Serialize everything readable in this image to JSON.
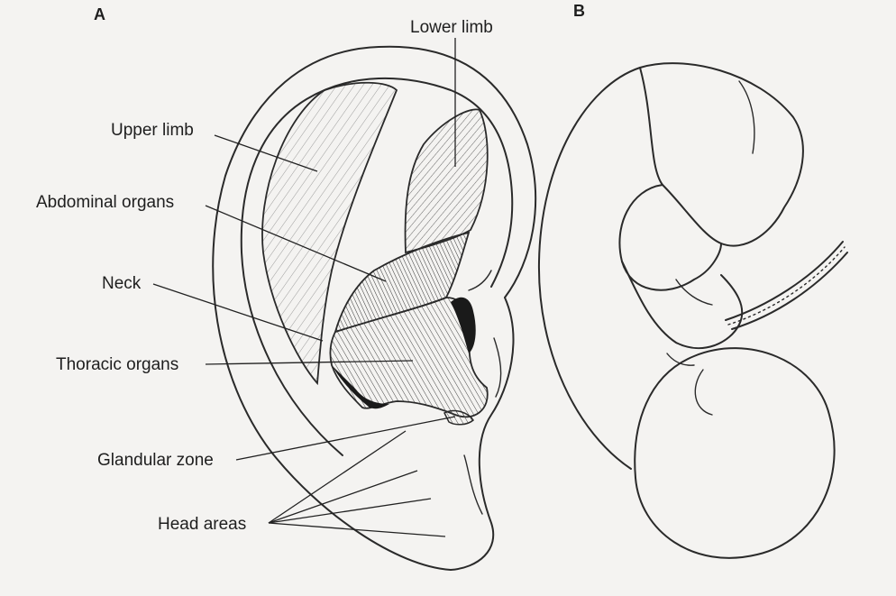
{
  "panels": {
    "a": "A",
    "b": "B"
  },
  "labels": {
    "lower_limb": "Lower limb",
    "upper_limb": "Upper limb",
    "abdominal_organs": "Abdominal organs",
    "neck": "Neck",
    "thoracic_organs": "Thoracic organs",
    "glandular_zone": "Glandular zone",
    "head_areas": "Head areas"
  },
  "colors": {
    "ink": "#2a2a2a",
    "paper": "#f4f3f1"
  }
}
